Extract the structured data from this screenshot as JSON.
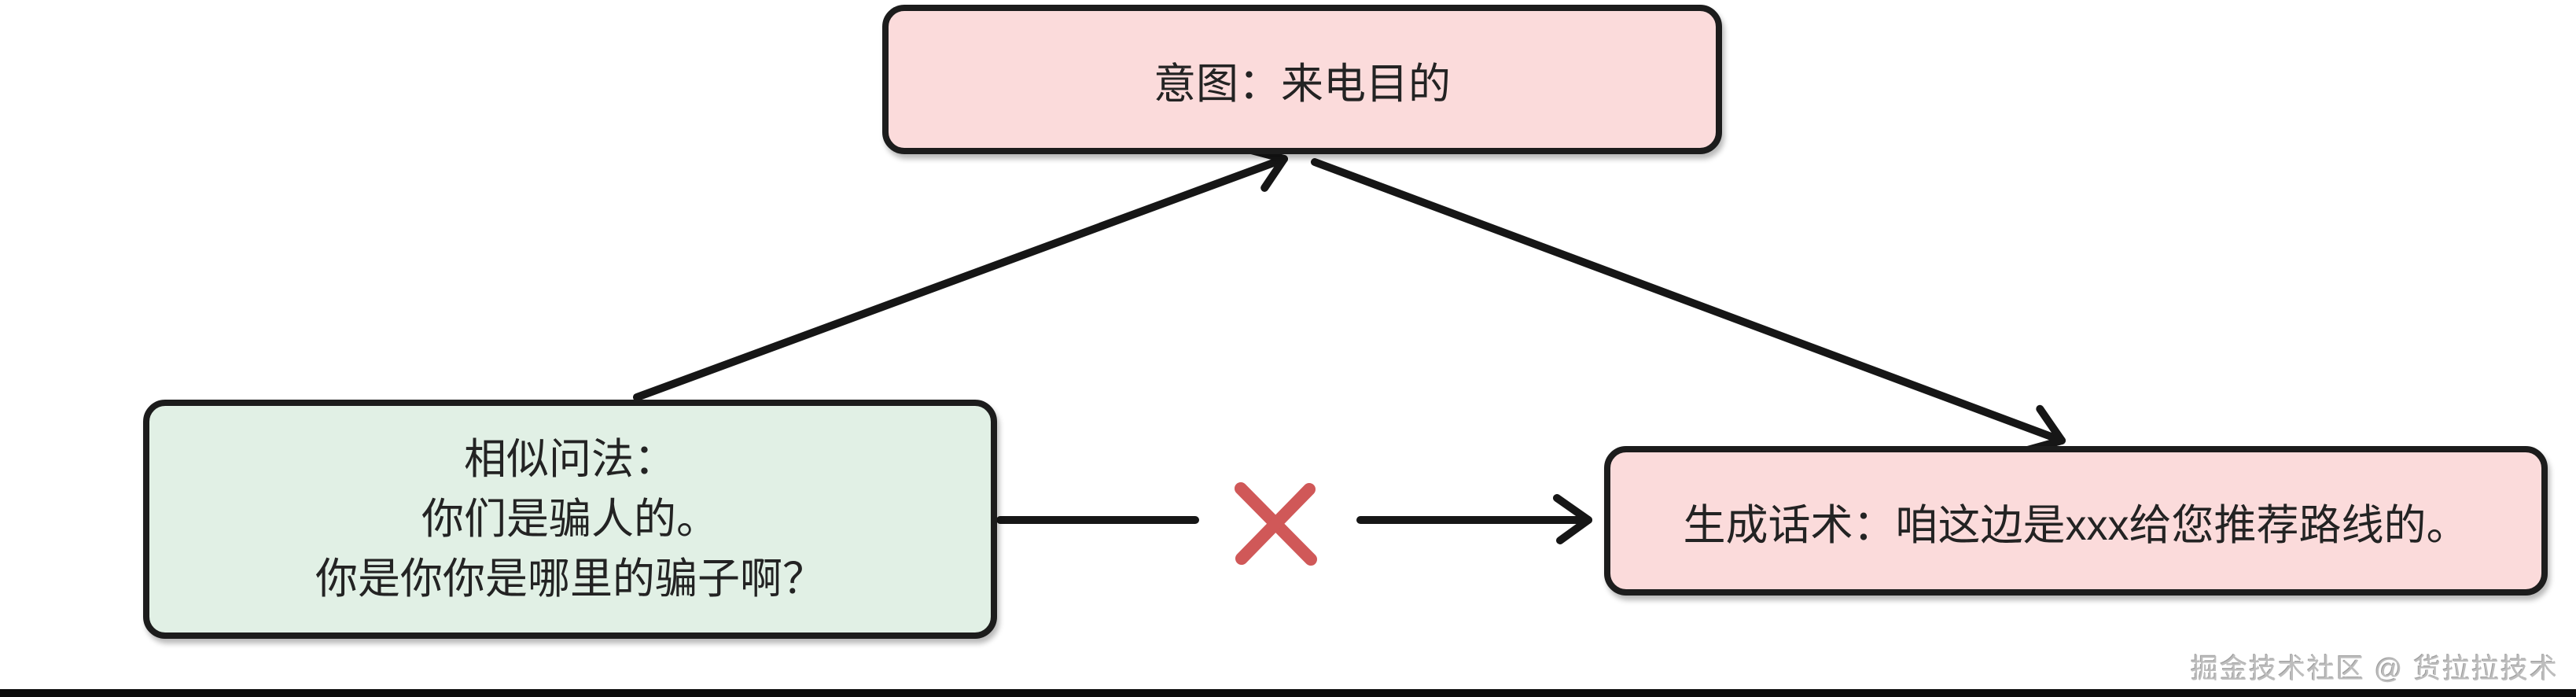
{
  "diagram": {
    "nodes": {
      "intent": {
        "label": "意图：来电目的"
      },
      "similar_questions": {
        "lines": [
          "相似问法：",
          "你们是骗人的。",
          "你是你你是哪里的骗子啊？"
        ]
      },
      "generated_script": {
        "label": "生成话术：咱这边是xxx给您推荐路线的。"
      }
    },
    "connections": {
      "similar_to_intent": "arrow",
      "intent_to_script": "arrow",
      "similar_to_script": "crossed-out"
    },
    "colors": {
      "node_pink": "#fbdbdb",
      "node_green": "#e1f0e5",
      "node_border": "#1c1c1c",
      "arrow": "#161616",
      "x_mark": "#d05858",
      "watermark_text": "#bdbdbd",
      "bottom_bar": "#0c0c0c"
    }
  },
  "watermark": {
    "text": "掘金技术社区 @ 货拉拉技术"
  }
}
